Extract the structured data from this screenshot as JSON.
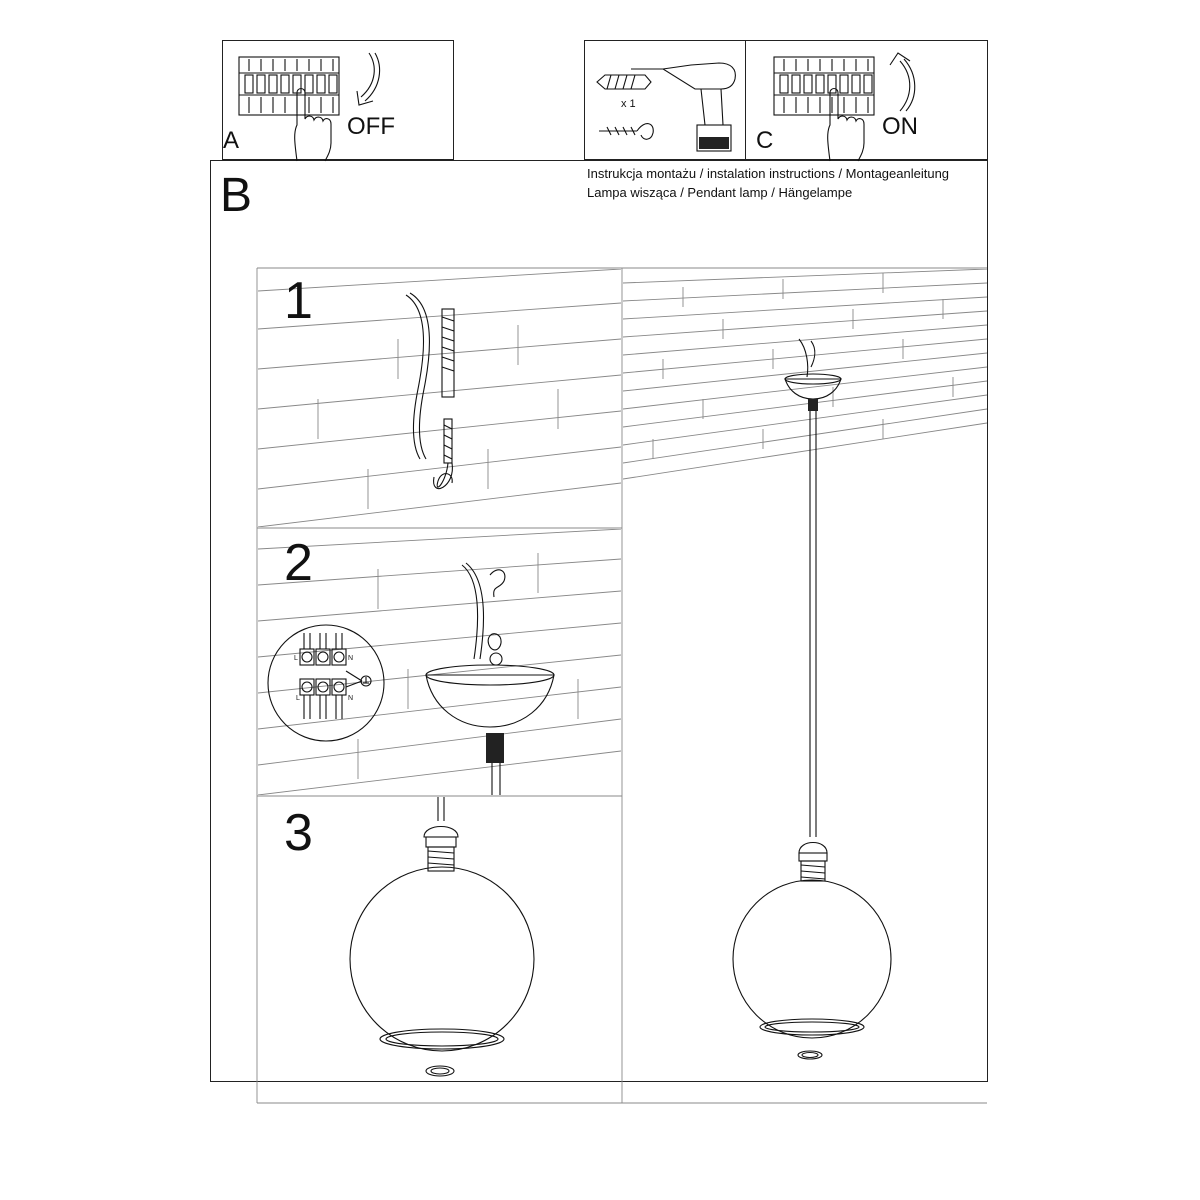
{
  "header": {
    "panel_a": {
      "letter": "A",
      "action": "OFF"
    },
    "panel_c": {
      "letter": "C",
      "action": "ON"
    },
    "drill_panel": {
      "quantity": "x 1"
    },
    "captions": {
      "line1": "Instrukcja montażu / instalation instructions / Montageanleitung",
      "line2": "Lampa wisząca / Pendant lamp / Hängelampe"
    }
  },
  "section": {
    "letter": "B"
  },
  "steps": [
    {
      "number": "1"
    },
    {
      "number": "2"
    },
    {
      "number": "3"
    }
  ],
  "terminal_labels": {
    "live": "L",
    "neutral": "N"
  },
  "icons": [
    "breaker-panel-icon",
    "hand-icon",
    "curved-arrow-icon",
    "drill-icon",
    "wall-plug-icon",
    "hook-screw-icon",
    "ground-symbol-icon"
  ]
}
